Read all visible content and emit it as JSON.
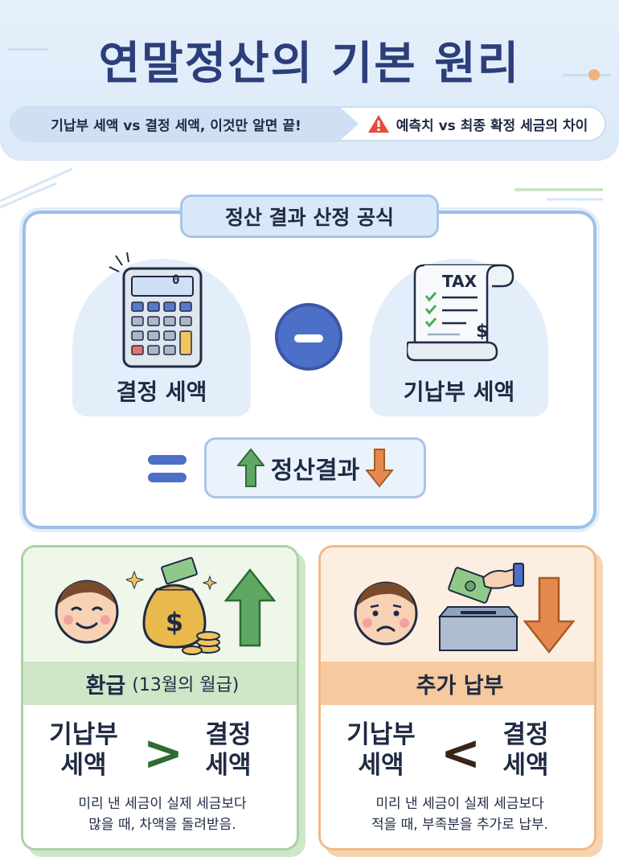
{
  "header": {
    "title": "연말정산의 기본 원리",
    "subtitle_left": "기납부 세액 vs 결정 세액, 이것만 알면 끝!",
    "subtitle_right": "예측치 vs 최종 확정 세금의 차이",
    "warning_icon": "warning-triangle-icon"
  },
  "formula": {
    "title": "정산 결과 산정 공식",
    "left_label": "결정 세액",
    "left_icon": "calculator-icon",
    "operator": "minus",
    "right_label": "기납부 세액",
    "right_icon": "tax-receipt-icon",
    "receipt_text": "TAX",
    "calculator_display": "0",
    "result_label": "정산결과"
  },
  "refund_card": {
    "title": "환급",
    "title_note": "(13월의 월급)",
    "left_word": "기납부\n세액",
    "symbol": ">",
    "right_word": "결정\n세액",
    "desc_line1": "미리 낸 세금이 실제 세금보다",
    "desc_line2": "많을 때, 차액을 돌려받음.",
    "icons": [
      "happy-face-icon",
      "money-bag-icon",
      "arrow-up-icon"
    ]
  },
  "payment_card": {
    "title": "추가 납부",
    "left_word": "기납부\n세액",
    "symbol": "<",
    "right_word": "결정\n세액",
    "desc_line1": "미리 낸 세금이 실제 세금보다",
    "desc_line2": "적을 때, 부족분을 추가로 납부.",
    "icons": [
      "sad-face-icon",
      "paying-money-icon",
      "arrow-down-icon"
    ]
  },
  "colors": {
    "title": "#2c3f7a",
    "accent_blue": "#4c6fc7",
    "green": "#5fa864",
    "orange": "#e58a4e",
    "refund_band": "#cfe6c8",
    "payment_band": "#f6c99e"
  }
}
